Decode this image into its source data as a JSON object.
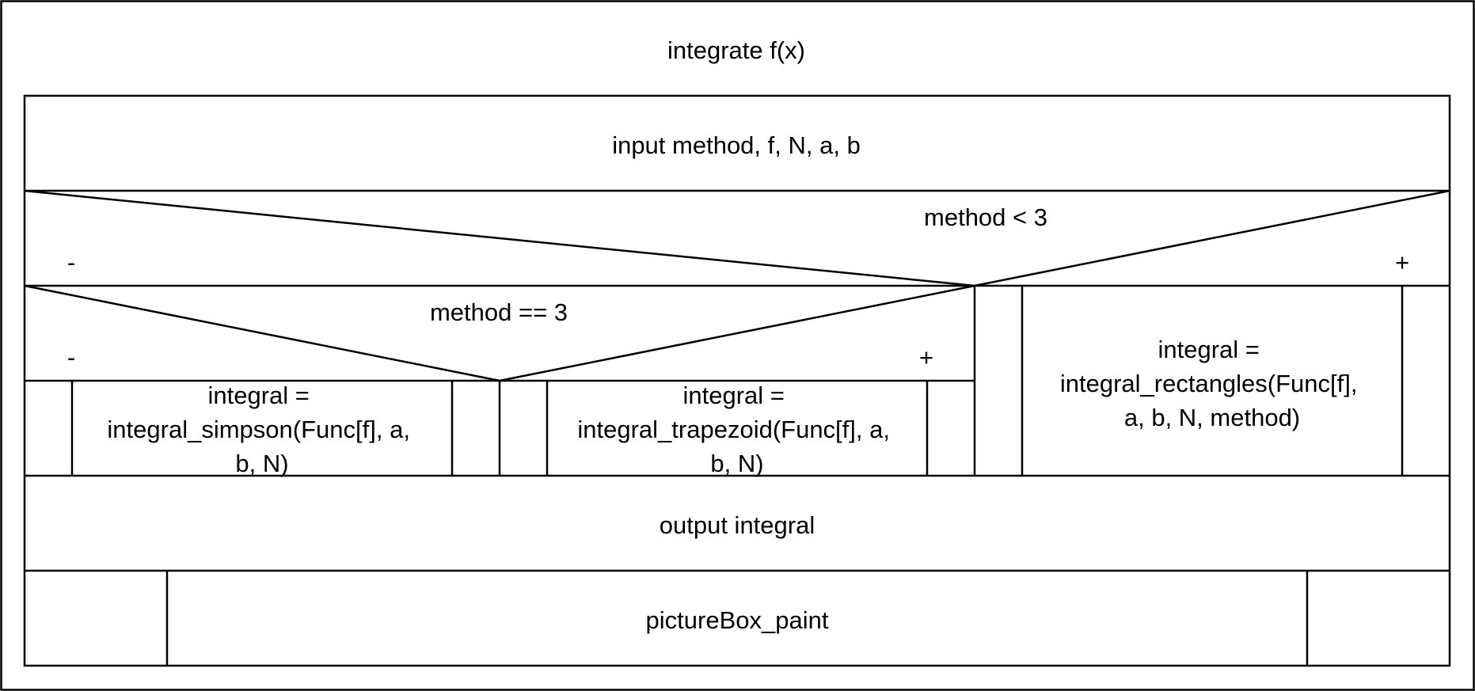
{
  "title": "integrate f(x)",
  "input": "input method, f, N, a, b",
  "outer_decision": {
    "condition": "method < 3",
    "false_mark": "-",
    "true_mark": "+",
    "true_branch": [
      "integral =",
      "integral_rectangles(Func[f],",
      "a, b, N, method)"
    ]
  },
  "inner_decision": {
    "condition": "method == 3",
    "false_mark": "-",
    "true_mark": "+",
    "false_branch": [
      "integral =",
      "integral_simpson(Func[f], a,",
      "b, N)"
    ],
    "true_branch": [
      "integral =",
      "integral_trapezoid(Func[f], a,",
      "b, N)"
    ]
  },
  "output": "output integral",
  "subroutine": "pictureBox_paint"
}
